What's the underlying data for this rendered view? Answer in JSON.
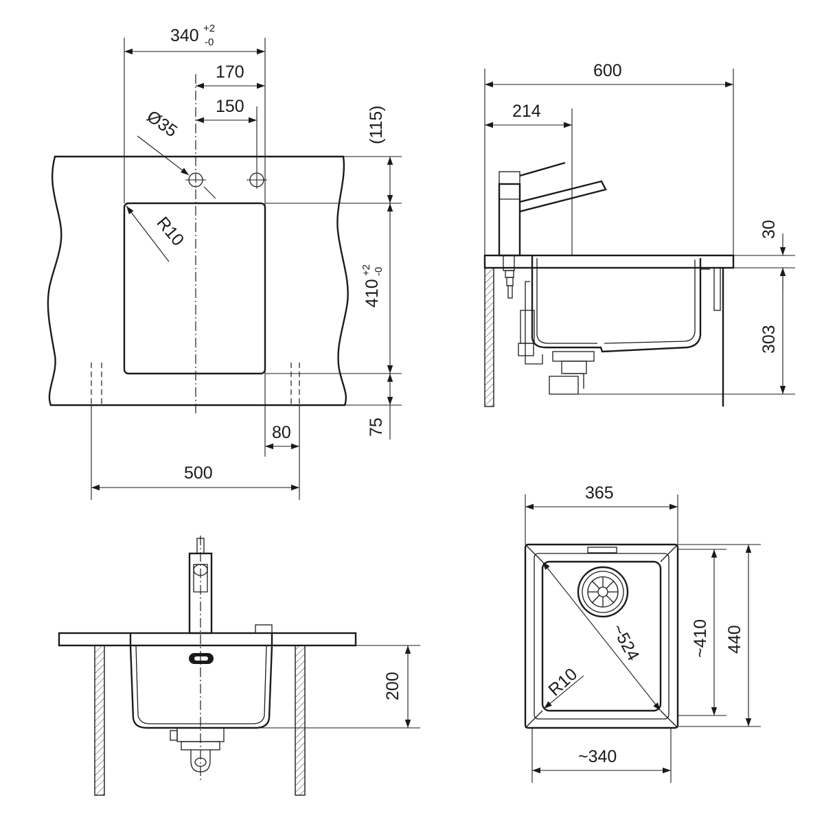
{
  "top_view": {
    "dim_cutout_width": "340",
    "dim_cutout_tol_plus": "+2",
    "dim_cutout_tol_minus": "-0",
    "dim_170": "170",
    "dim_150": "150",
    "dim_hole_diameter": "Ø35",
    "dim_115": "(115)",
    "dim_radius": "R10",
    "dim_cutout_height": "410",
    "dim_cutout_height_tol_plus": "+2",
    "dim_cutout_height_tol_minus": "-0",
    "dim_75": "75",
    "dim_80": "80",
    "dim_500": "500"
  },
  "side_view": {
    "dim_600": "600",
    "dim_214": "214",
    "dim_30": "30",
    "dim_303": "303"
  },
  "front_view": {
    "dim_200": "200"
  },
  "bowl_view": {
    "dim_365": "365",
    "dim_410": "~410",
    "dim_440": "440",
    "dim_524": "~524",
    "dim_radius": "R10",
    "dim_340": "~340"
  }
}
